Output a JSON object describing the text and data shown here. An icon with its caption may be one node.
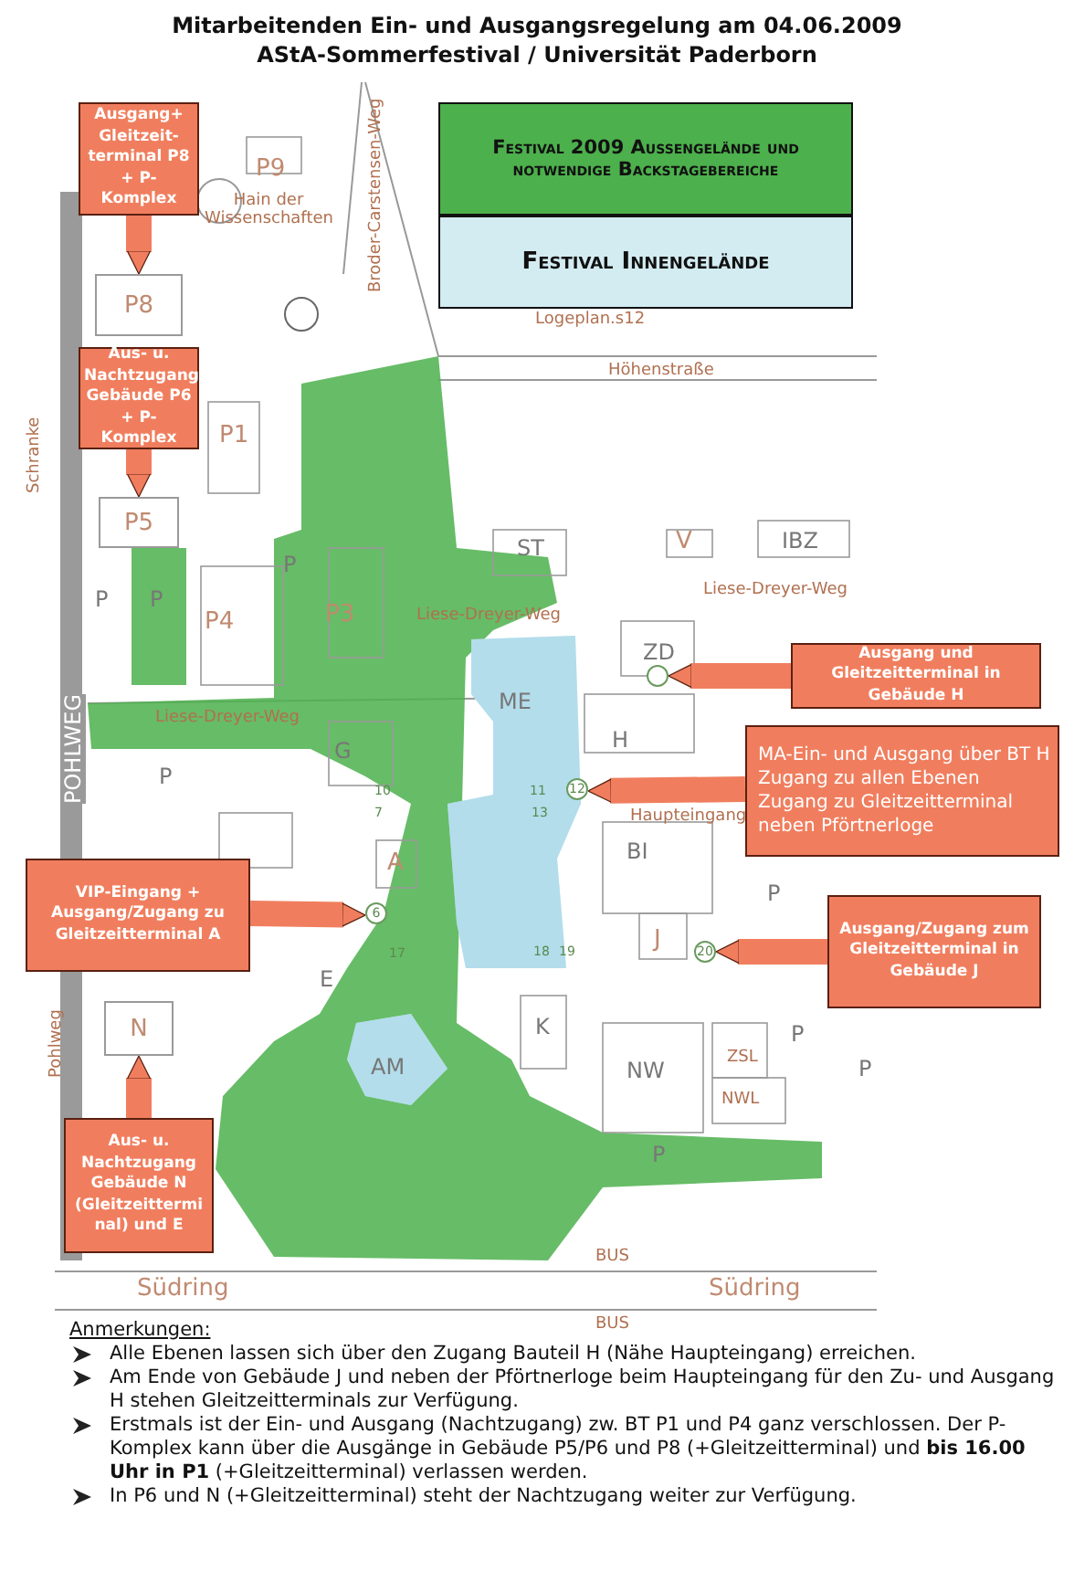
{
  "diagram": {
    "title": "Mitarbeitenden Ein- und Ausgangsregelung am 04.06.2009 AStA-Sommerfestival / Universität Paderborn",
    "nodes": [
      {
        "text": [
          "Ausgang+ Gleitzeit- terminal P8 + P-Komplex"
        ]
      },
      {
        "text": [
          "Aus- u. Nachtzugang Gebäude P6 + P-Komplex"
        ]
      },
      {
        "text": [
          "Ausgang und Gleitzeitterminal in Gebäude H"
        ]
      },
      {
        "text": [
          "MA-Ein- und Ausgang über BT H",
          "Zugang zu allen Ebenen",
          "Zugang zu Gleitzeitterminal neben Pförtnerloge"
        ]
      },
      {
        "text": [
          "VIP-Eingang + Ausgang/Zugang zu Gleitzeitterminal A"
        ]
      },
      {
        "text": [
          "Ausgang/Zugang zum Gleitzeitterminal in Gebäude J"
        ]
      },
      {
        "text": [
          "Aus- u. Nachtzugang Gebäude N (Gleitzeittermi nal) und E"
        ]
      },
      {
        "text": [
          "P8"
        ]
      },
      {
        "text": [
          "P5"
        ]
      },
      {
        "text": [],
        "shape": "circle"
      },
      {
        "text": [
          "12"
        ]
      },
      {
        "text": [
          "6"
        ]
      },
      {
        "text": [
          "20"
        ]
      },
      {
        "text": [
          "N"
        ]
      }
    ],
    "edges": [
      {
        "from": 0,
        "to": 7,
        "arrow": "to"
      },
      {
        "from": 1,
        "to": 8,
        "arrow": "to"
      },
      {
        "from": 2,
        "to": 9,
        "arrow": "to"
      },
      {
        "from": 3,
        "to": 10,
        "arrow": "to"
      },
      {
        "from": 4,
        "to": 11,
        "arrow": "to"
      },
      {
        "from": 5,
        "to": 12,
        "arrow": "to"
      },
      {
        "from": 6,
        "to": 13,
        "arrow": "to"
      }
    ],
    "labels": [
      "P9",
      "Hain der Wissenschaften",
      "Broder-Carstensen-Weg",
      "Logeplan.s12",
      "Höhenstraße",
      "P1",
      "Schranke",
      "P",
      "P",
      "P",
      "P4",
      "P3",
      "ST",
      "V",
      "IBZ",
      "Liese-Dreyer-Weg",
      "Liese-Dreyer-Weg",
      "ZD",
      "ME",
      "Liese-Dreyer-Weg",
      "H",
      "G",
      "P",
      "POHLWEG",
      "Haupteingang",
      "10",
      "7",
      "11",
      "13",
      "BI",
      "A",
      "P",
      "17",
      "18",
      "19",
      "J",
      "E",
      "K",
      "P",
      "AM",
      "ZSL",
      "NW",
      "NWL",
      "P",
      "Pohlweg",
      "P",
      "BUS",
      "Südring",
      "Südring",
      "BUS",
      "Anmerkungen:",
      "Alle Ebenen lassen sich über den Zugang Bauteil H (Nähe Haupteingang) erreichen.",
      "Am Ende von Gebäude J und neben der Pförtnerloge beim Haupteingang für den Zu- und Ausgang H stehen Gleitzeitterminals zur Verfügung.",
      "Erstmals ist der Ein- und Ausgang (Nachtzugang) zw. BT P1 und P4 ganz verschlossen. Der P-Komplex kann über die Ausgänge in Gebäude P5/P6 und P8 (+Gleitzeitterminal) und **bis 16.00 Uhr in P1** (+Gleitzeitterminal) verlassen werden.",
      "In P6 und N (+Gleitzeitterminal) steht der Nachtzugang weiter zur Verfügung."
    ],
    "legend": [
      {
        "text": "Festival 2009 Aussengelände und notwendige Backstagebereiche",
        "color": "#4cb04c"
      },
      {
        "text": "Festival Innengelände",
        "color": "#d3ecf2"
      }
    ]
  }
}
